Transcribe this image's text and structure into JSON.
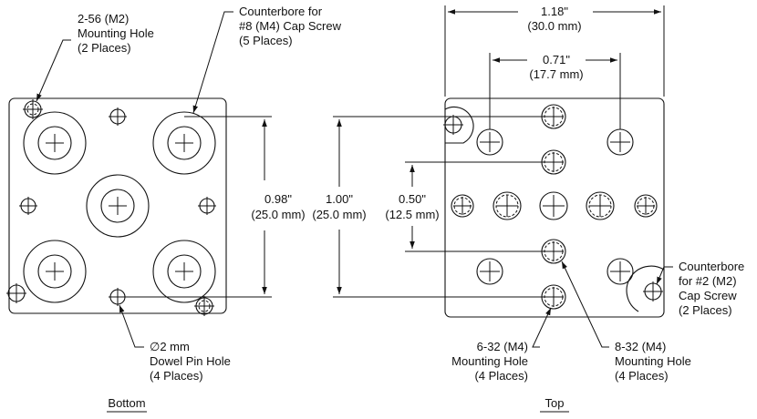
{
  "bottom_view": {
    "title": "Bottom",
    "label_m2_hole": [
      "2-56 (M2)",
      "Mounting Hole",
      "(2 Places)"
    ],
    "label_counterbore_m4": [
      "Counterbore for",
      "#8 (M4) Cap Screw",
      "(5 Places)"
    ],
    "label_dowel": [
      "∅2 mm",
      "Dowel Pin Hole",
      "(4 Places)"
    ],
    "dim_height": [
      "0.98\"",
      "(25.0 mm)"
    ]
  },
  "top_view": {
    "title": "Top",
    "dim_width": [
      "1.18\"",
      "(30.0 mm)"
    ],
    "dim_spacing": [
      "0.71\"",
      "(17.7 mm)"
    ],
    "dim_height": [
      "1.00\"",
      "(25.0 mm)"
    ],
    "dim_center": [
      "0.50\"",
      "(12.5 mm)"
    ],
    "label_counterbore_m2": [
      "Counterbore",
      "for #2 (M2)",
      "Cap Screw",
      "(2 Places)"
    ],
    "label_632": [
      "6-32 (M4)",
      "Mounting Hole",
      "(4 Places)"
    ],
    "label_832": [
      "8-32 (M4)",
      "Mounting Hole",
      "(4 Places)"
    ]
  }
}
